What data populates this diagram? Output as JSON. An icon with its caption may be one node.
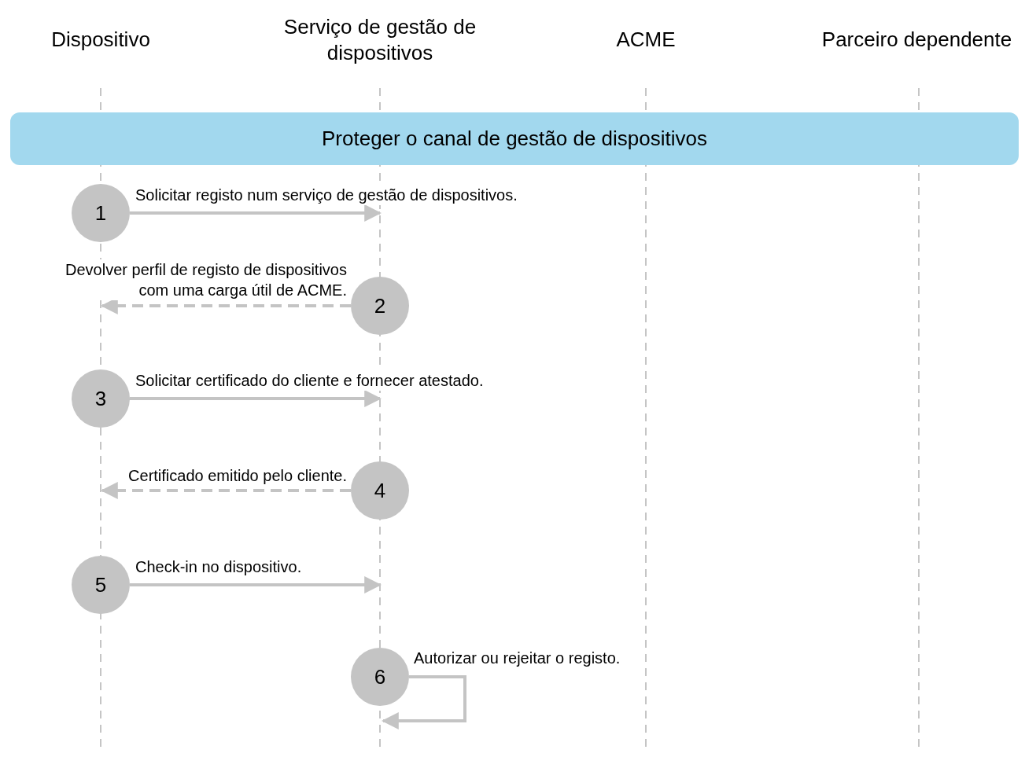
{
  "diagram": {
    "nodes": [
      {
        "text": [
          "Dispositivo"
        ]
      },
      {
        "text": [
          "Serviço de gestão de dispositivos"
        ]
      },
      {
        "text": [
          "ACME"
        ]
      },
      {
        "text": [
          "Parceiro dependente"
        ]
      },
      {
        "text": [
          "Proteger o canal de gestão de dispositivos"
        ]
      },
      {
        "text": [
          "1"
        ]
      },
      {
        "text": [
          "2"
        ]
      },
      {
        "text": [
          "3"
        ]
      },
      {
        "text": [
          "4"
        ]
      },
      {
        "text": [
          "5"
        ]
      },
      {
        "text": [
          "6"
        ]
      }
    ],
    "edges": [
      {
        "from": 5,
        "to": null,
        "arrow": "to",
        "label": "Solicitar registo num serviço de gestão de dispositivos."
      },
      {
        "from": 6,
        "to": null,
        "arrow": "to",
        "label": "Devolver perfil de registo de dispositivos com uma carga útil de ACME.",
        "style": "dashed"
      },
      {
        "from": 7,
        "to": null,
        "arrow": "to",
        "label": "Solicitar certificado do cliente e fornecer atestado."
      },
      {
        "from": 8,
        "to": null,
        "arrow": "to",
        "label": "Certificado emitido pelo cliente.",
        "style": "dashed"
      },
      {
        "from": 9,
        "to": null,
        "arrow": "to",
        "label": "Check-in no dispositivo."
      },
      {
        "from": 10,
        "to": 10,
        "arrow": "to",
        "label": "Autorizar ou rejeitar o registo."
      }
    ]
  }
}
